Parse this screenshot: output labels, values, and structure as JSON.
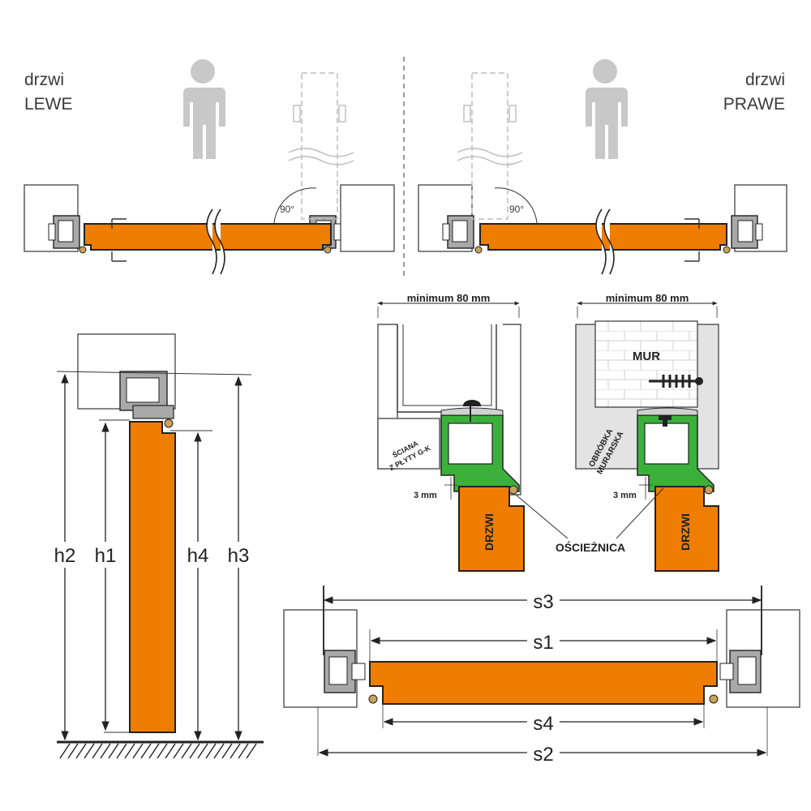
{
  "colors": {
    "door": "#ee7d00",
    "frame_green": "#3bb13b",
    "frame_grey": "#a9a9a9",
    "person": "#c8c8c8",
    "wall": "#e3e3e3",
    "outline": "#222222"
  },
  "icons": [
    "person-icon",
    "screw-icon",
    "wall-plug-icon",
    "seal-icon",
    "ground-hatch-icon"
  ],
  "top": {
    "left_label_1": "drzwi",
    "left_label_2": "LEWE",
    "right_label_1": "drzwi",
    "right_label_2": "PRAWE",
    "angle_left": "90°",
    "angle_right": "90°"
  },
  "height_diagram": {
    "labels": [
      "h2",
      "h1",
      "h4",
      "h3"
    ]
  },
  "detail_left": {
    "min_width": "minimum 80 mm",
    "wall_label_1": "ŚCIANA",
    "wall_label_2": "Z PŁYTY G-K",
    "gap": "3 mm",
    "door": "DRZWI"
  },
  "detail_right": {
    "min_width": "minimum 80 mm",
    "wall": "MUR",
    "trim_label_1": "OBRÓBKA",
    "trim_label_2": "MURARSKA",
    "gap": "3 mm",
    "door": "DRZWI"
  },
  "frame_label": "OŚCIEŻNICA",
  "width_diagram": {
    "s3": "s3",
    "s1": "s1",
    "s4": "s4",
    "s2": "s2"
  }
}
